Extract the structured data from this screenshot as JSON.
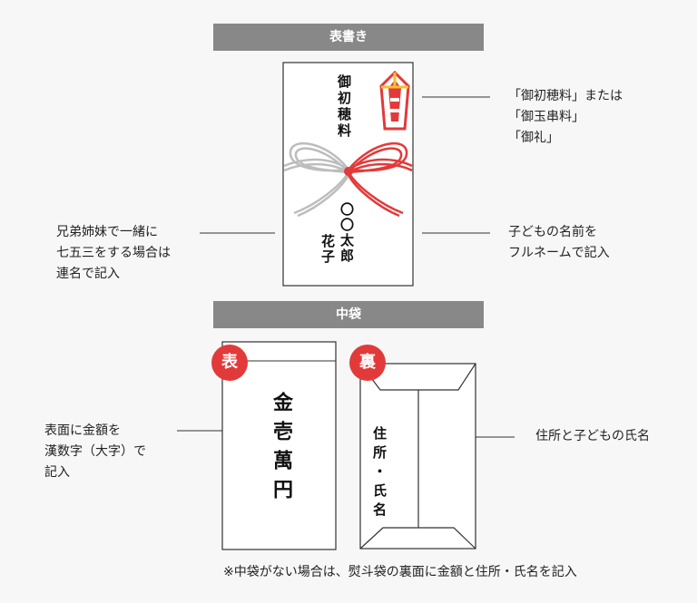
{
  "sections": {
    "noshi_title": "表書き",
    "inner_title": "中袋"
  },
  "noshi": {
    "heading": "御初穂料",
    "name1": "〇〇太郎",
    "name2": "花子"
  },
  "notes": {
    "heading_note": "「御初穂料」または\n「御玉串料」\n「御礼」",
    "siblings_note": "兄弟姉妹で一緒に\n七五三をする場合は\n連名で記入",
    "child_name_note": "子どもの名前を\nフルネームで記入",
    "amount_note": "表面に金額を\n漢数字（大字）で\n記入",
    "address_note": "住所と子どもの氏名",
    "footer": "※中袋がない場合は、熨斗袋の裏面に金額と住所・氏名を記入"
  },
  "inner_envelope": {
    "front_badge": "表",
    "back_badge": "裏",
    "amount_text": "金壱萬円",
    "address_text": "住所・氏名"
  },
  "colors": {
    "accent_red": "#e23a3a",
    "banner_gray": "#888888"
  }
}
